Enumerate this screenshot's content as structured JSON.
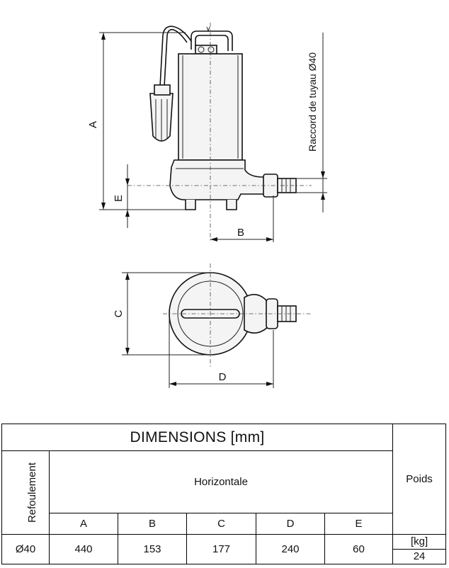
{
  "drawing": {
    "label_a": "A",
    "label_b": "B",
    "label_c": "C",
    "label_d": "D",
    "label_e": "E",
    "pipe_label": "Raccord de tuyau Ø40"
  },
  "table": {
    "title": "DIMENSIONS  [mm]",
    "refoulement_header": "Refoulement",
    "orientation_header": "Horizontale",
    "weight_header": "Poids",
    "columns": [
      "A",
      "B",
      "C",
      "D",
      "E"
    ],
    "weight_unit": "[kg]",
    "row": {
      "outlet": "Ø40",
      "values": [
        "440",
        "153",
        "177",
        "240",
        "60"
      ],
      "weight": "24"
    }
  }
}
